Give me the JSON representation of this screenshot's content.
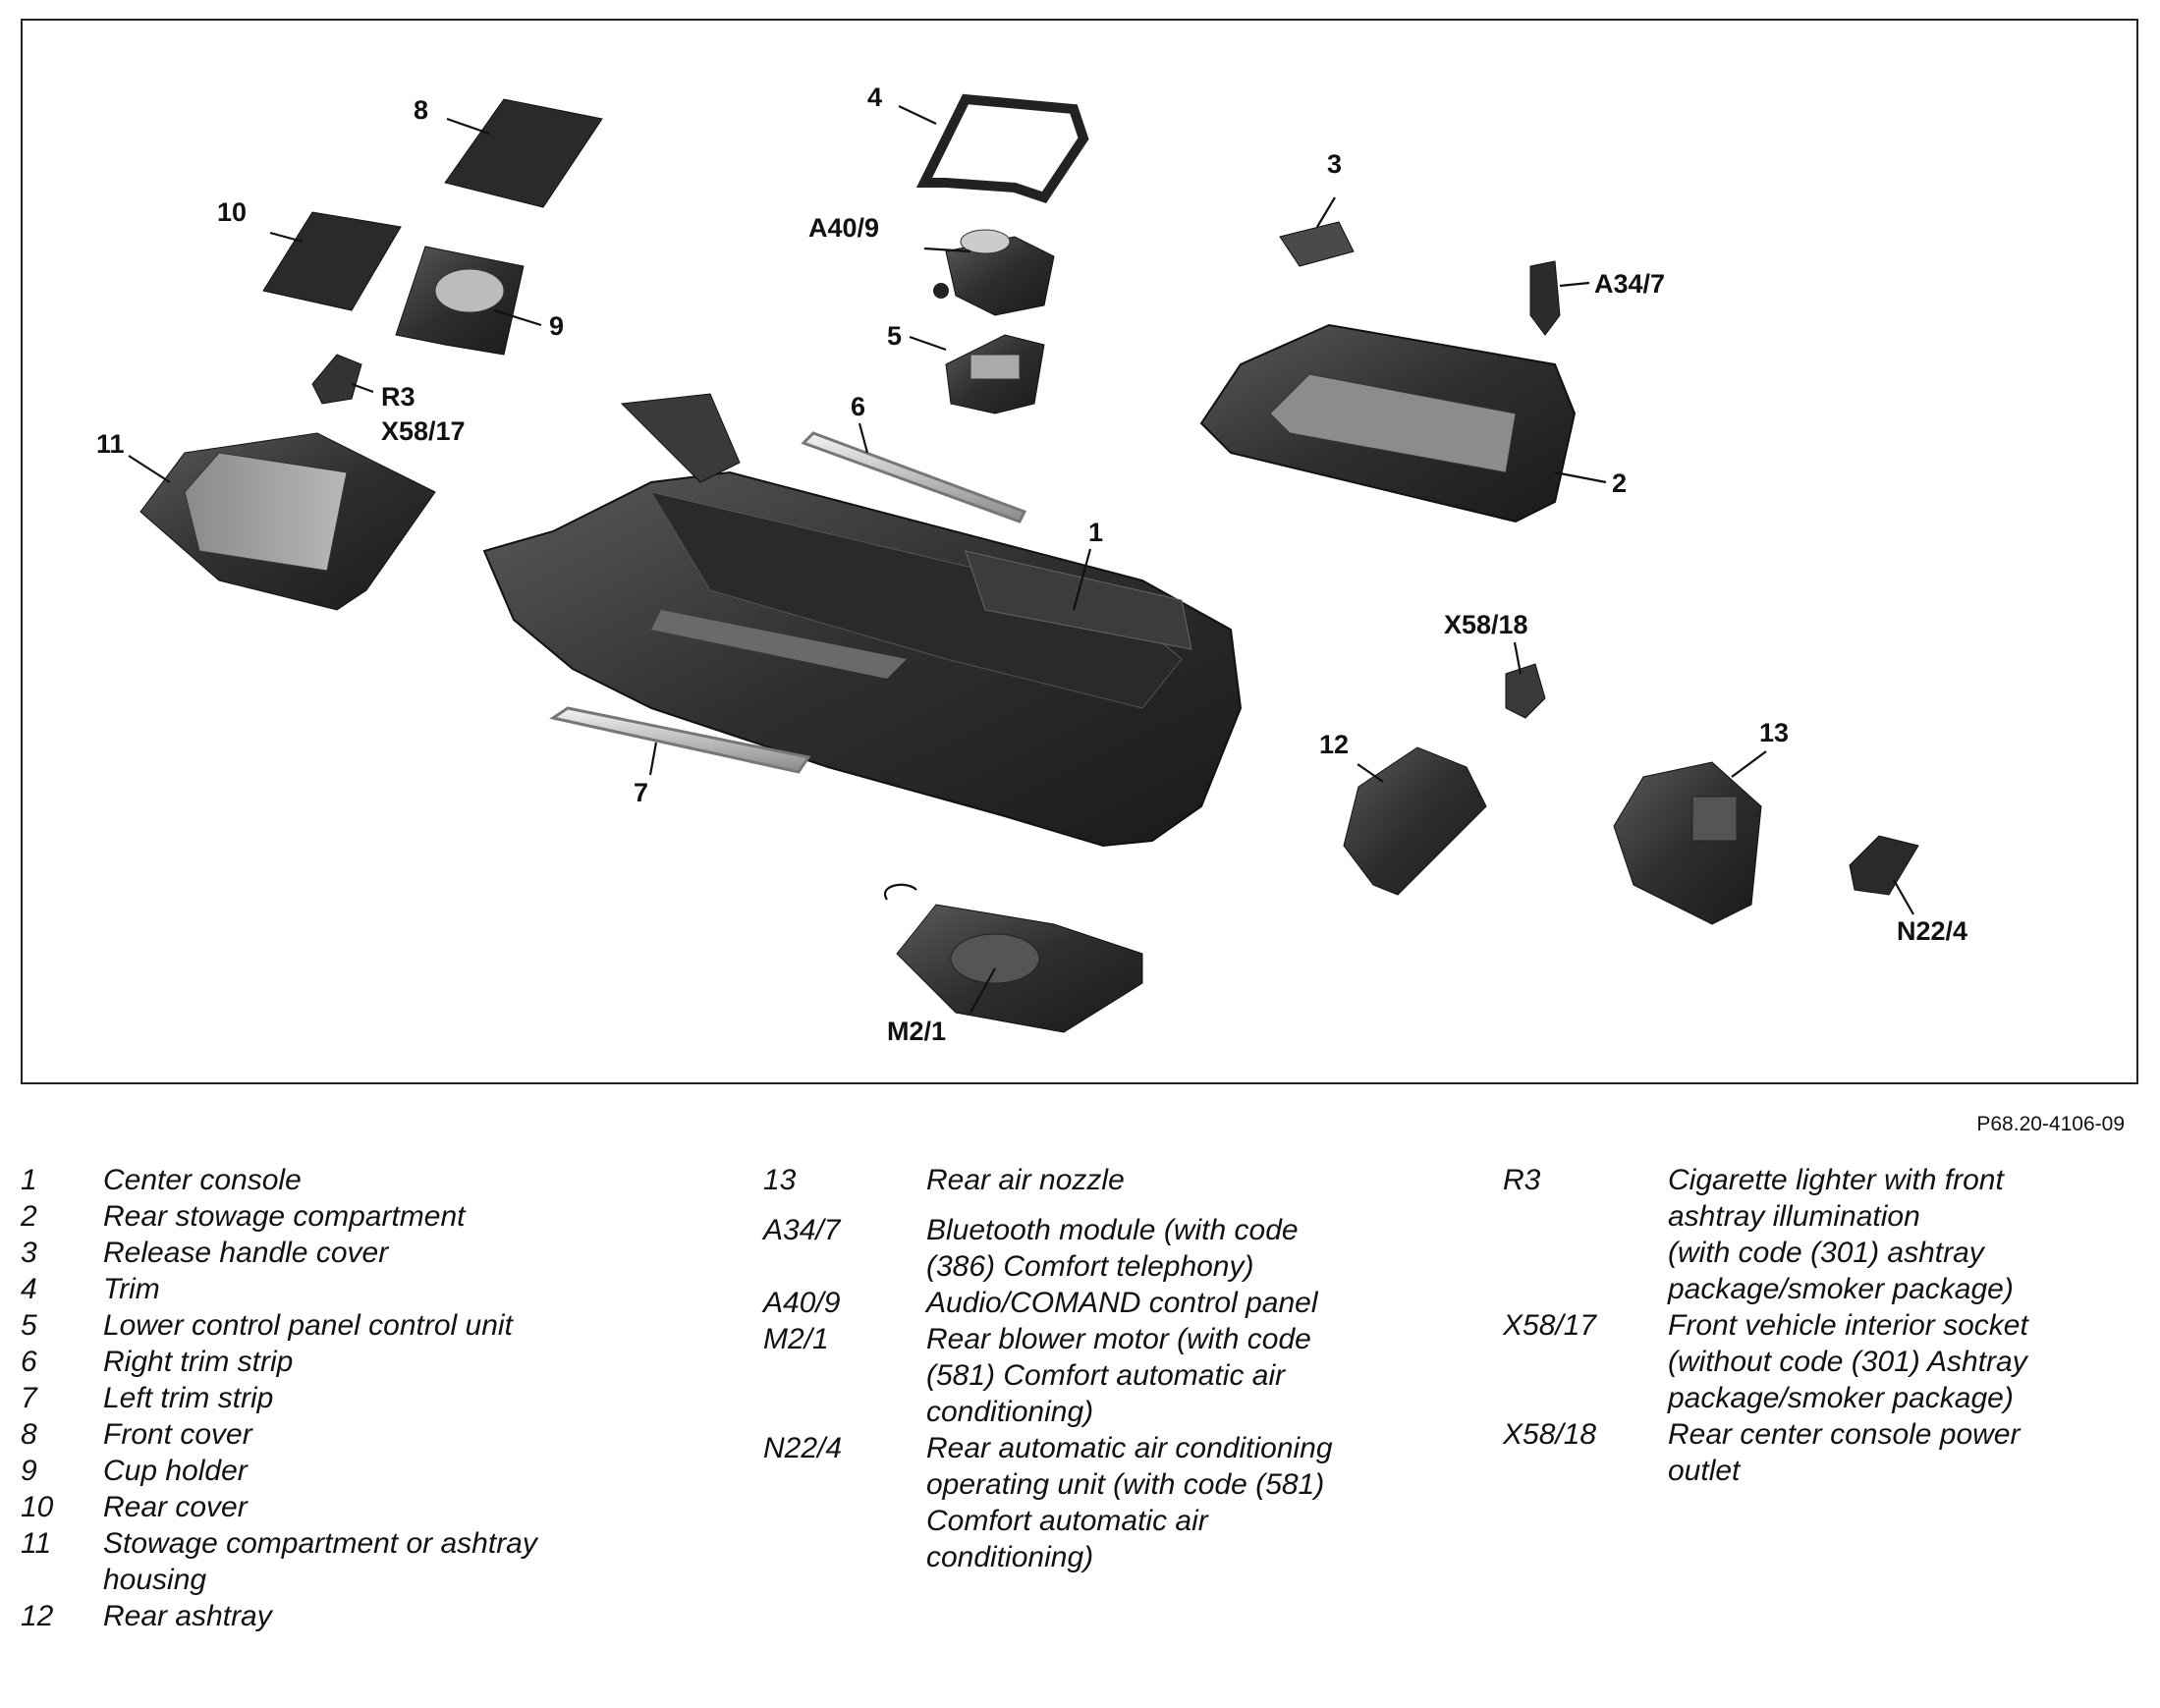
{
  "figure_id": "P68.20-4106-09",
  "callouts": {
    "c1": "1",
    "c2": "2",
    "c3": "3",
    "c4": "4",
    "c5": "5",
    "c6": "6",
    "c7": "7",
    "c8": "8",
    "c9": "9",
    "c10": "10",
    "c11": "11",
    "c12": "12",
    "c13": "13",
    "a40_9": "A40/9",
    "a34_7": "A34/7",
    "r3": "R3",
    "x58_17": "X58/17",
    "x58_18": "X58/18",
    "n22_4": "N22/4",
    "m2_1": "M2/1"
  },
  "legend": {
    "col1": [
      {
        "key": "1",
        "text": "Center console"
      },
      {
        "key": "2",
        "text": "Rear stowage compartment"
      },
      {
        "key": "3",
        "text": "Release handle cover"
      },
      {
        "key": "4",
        "text": "Trim"
      },
      {
        "key": "5",
        "text": "Lower control panel control unit"
      },
      {
        "key": "6",
        "text": "Right trim strip"
      },
      {
        "key": "7",
        "text": "Left trim strip"
      },
      {
        "key": "8",
        "text": "Front cover"
      },
      {
        "key": "9",
        "text": "Cup holder"
      },
      {
        "key": "10",
        "text": "Rear cover"
      },
      {
        "key": "11",
        "text": "Stowage compartment or ashtray",
        "text2": "housing"
      },
      {
        "key": "12",
        "text": "Rear ashtray"
      }
    ],
    "col2": [
      {
        "key": "13",
        "lines": [
          "Rear air nozzle"
        ]
      },
      {
        "key": "A34/7",
        "lines": [
          "Bluetooth module (with code",
          "(386) Comfort telephony)"
        ]
      },
      {
        "key": "A40/9",
        "lines": [
          "Audio/COMAND control panel"
        ]
      },
      {
        "key": "M2/1",
        "lines": [
          "Rear blower motor (with code",
          "(581) Comfort automatic air",
          "conditioning)"
        ]
      },
      {
        "key": "N22/4",
        "lines": [
          "Rear automatic air conditioning",
          "operating unit (with code (581)",
          "Comfort automatic air",
          "conditioning)"
        ]
      }
    ],
    "col3": [
      {
        "key": "R3",
        "lines": [
          "Cigarette lighter with front",
          "ashtray illumination",
          "(with code (301) ashtray",
          "package/smoker package)"
        ]
      },
      {
        "key": "X58/17",
        "lines": [
          "Front vehicle interior socket",
          "(without code (301) Ashtray",
          "package/smoker package)"
        ]
      },
      {
        "key": "X58/18",
        "lines": [
          "Rear center console power",
          "outlet"
        ]
      }
    ]
  }
}
